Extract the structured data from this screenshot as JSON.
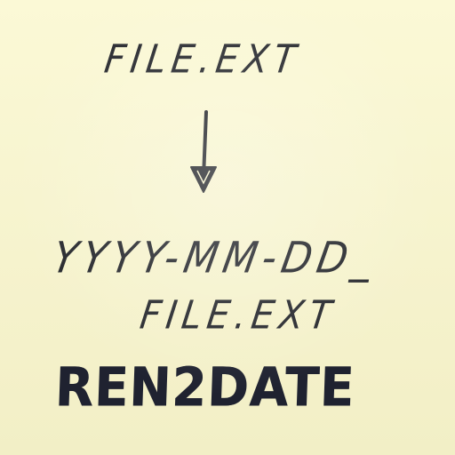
{
  "note": {
    "original_name": "FILE.EXT",
    "date_prefix": "YYYY-MM-DD_",
    "renamed_file": "FILE.EXT",
    "title": "REN2DATE"
  },
  "colors": {
    "paper": "#f7f4cf",
    "ink": "#26282d"
  },
  "icons": {
    "arrow": "arrow-down-icon"
  }
}
